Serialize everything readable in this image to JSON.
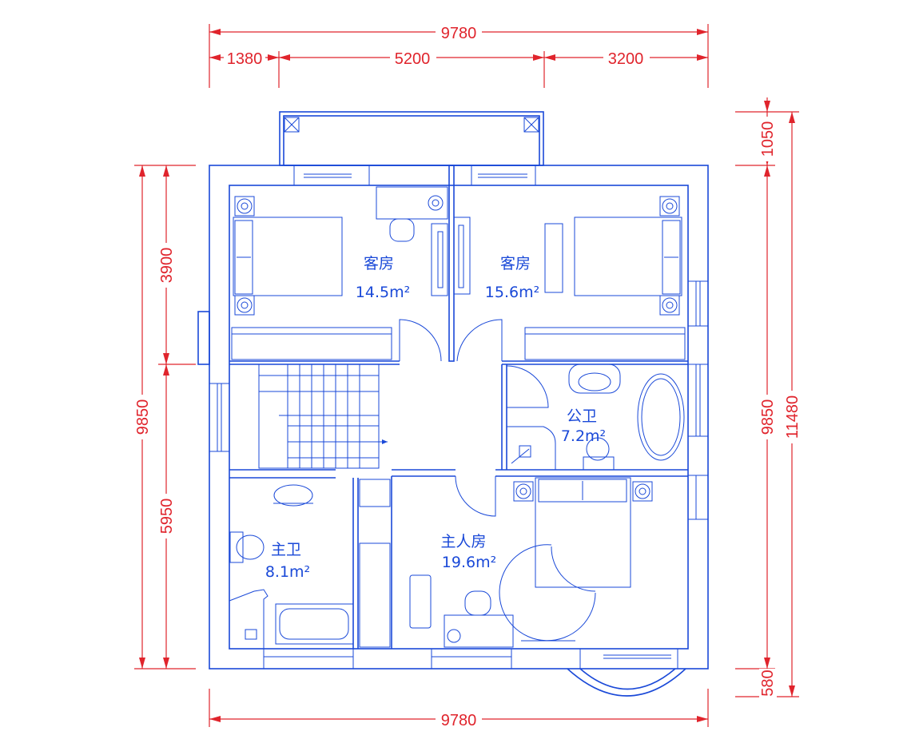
{
  "dimensions": {
    "top_total": "9780",
    "top_left": "1380",
    "top_middle": "5200",
    "top_right": "3200",
    "bottom_total": "9780",
    "left_total": "9850",
    "left_upper": "3900",
    "left_lower": "5950",
    "right_balcony": "1050",
    "right_middle": "9850",
    "right_total": "11480",
    "right_bottom": "580"
  },
  "rooms": {
    "guest_room_1": {
      "name": "客房",
      "area": "14.5m²"
    },
    "guest_room_2": {
      "name": "客房",
      "area": "15.6m²"
    },
    "public_bath": {
      "name": "公卫",
      "area": "7.2m²"
    },
    "master_bath": {
      "name": "主卫",
      "area": "8.1m²"
    },
    "master_bedroom": {
      "name": "主人房",
      "area": "19.6m²"
    }
  },
  "colors": {
    "walls": "#1a49d8",
    "dimension_lines": "#e0242c",
    "background": "#ffffff"
  }
}
